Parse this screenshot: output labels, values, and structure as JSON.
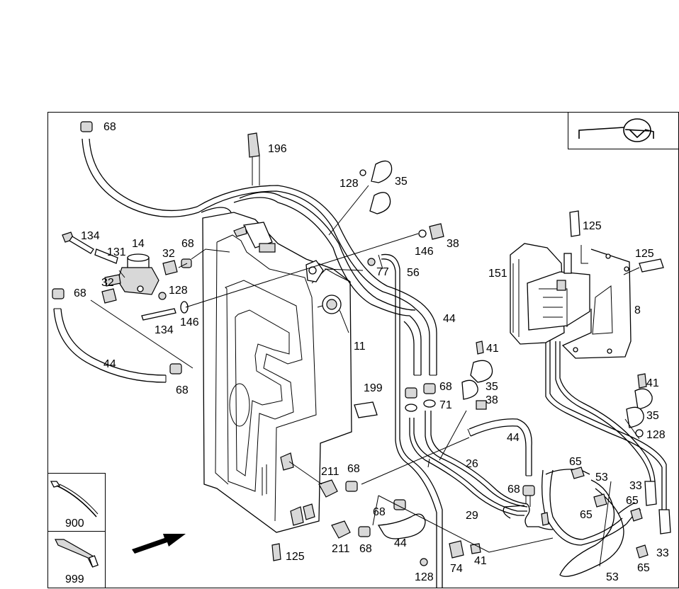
{
  "inset_parts": [
    {
      "number": "900"
    },
    {
      "number": "999"
    }
  ],
  "callouts": [
    {
      "key": "c68a",
      "text": "68"
    },
    {
      "key": "c196",
      "text": "196"
    },
    {
      "key": "c128a",
      "text": "128"
    },
    {
      "key": "c35a",
      "text": "35"
    },
    {
      "key": "c134a",
      "text": "134"
    },
    {
      "key": "c14",
      "text": "14"
    },
    {
      "key": "c131",
      "text": "131"
    },
    {
      "key": "c32a",
      "text": "32"
    },
    {
      "key": "c68b",
      "text": "68"
    },
    {
      "key": "c146a",
      "text": "146"
    },
    {
      "key": "c38a",
      "text": "38"
    },
    {
      "key": "c77",
      "text": "77"
    },
    {
      "key": "c56",
      "text": "56"
    },
    {
      "key": "c125a",
      "text": "125"
    },
    {
      "key": "c125b",
      "text": "125"
    },
    {
      "key": "c151",
      "text": "151"
    },
    {
      "key": "c68c",
      "text": "68"
    },
    {
      "key": "c32b",
      "text": "32"
    },
    {
      "key": "c128b",
      "text": "128"
    },
    {
      "key": "c146b",
      "text": "146"
    },
    {
      "key": "c134b",
      "text": "134"
    },
    {
      "key": "c44a",
      "text": "44"
    },
    {
      "key": "c8",
      "text": "8"
    },
    {
      "key": "c11",
      "text": "11"
    },
    {
      "key": "c41a",
      "text": "41"
    },
    {
      "key": "c44b",
      "text": "44"
    },
    {
      "key": "c68d",
      "text": "68"
    },
    {
      "key": "c199",
      "text": "199"
    },
    {
      "key": "c68e",
      "text": "68"
    },
    {
      "key": "c35b",
      "text": "35"
    },
    {
      "key": "c41b",
      "text": "41"
    },
    {
      "key": "c71",
      "text": "71"
    },
    {
      "key": "c38b",
      "text": "38"
    },
    {
      "key": "c35c",
      "text": "35"
    },
    {
      "key": "c128c",
      "text": "128"
    },
    {
      "key": "c44c",
      "text": "44"
    },
    {
      "key": "c26",
      "text": "26"
    },
    {
      "key": "c211a",
      "text": "211"
    },
    {
      "key": "c68f",
      "text": "68"
    },
    {
      "key": "c65a",
      "text": "65"
    },
    {
      "key": "c53a",
      "text": "53"
    },
    {
      "key": "c33a",
      "text": "33"
    },
    {
      "key": "c68g",
      "text": "68"
    },
    {
      "key": "c68h",
      "text": "68"
    },
    {
      "key": "c29",
      "text": "29"
    },
    {
      "key": "c65b",
      "text": "65"
    },
    {
      "key": "c65c",
      "text": "65"
    },
    {
      "key": "c44d",
      "text": "44"
    },
    {
      "key": "c211b",
      "text": "211"
    },
    {
      "key": "c68i",
      "text": "68"
    },
    {
      "key": "c125c",
      "text": "125"
    },
    {
      "key": "c74",
      "text": "74"
    },
    {
      "key": "c41c",
      "text": "41"
    },
    {
      "key": "c33b",
      "text": "33"
    },
    {
      "key": "c128d",
      "text": "128"
    },
    {
      "key": "c53b",
      "text": "53"
    },
    {
      "key": "c65d",
      "text": "65"
    }
  ]
}
